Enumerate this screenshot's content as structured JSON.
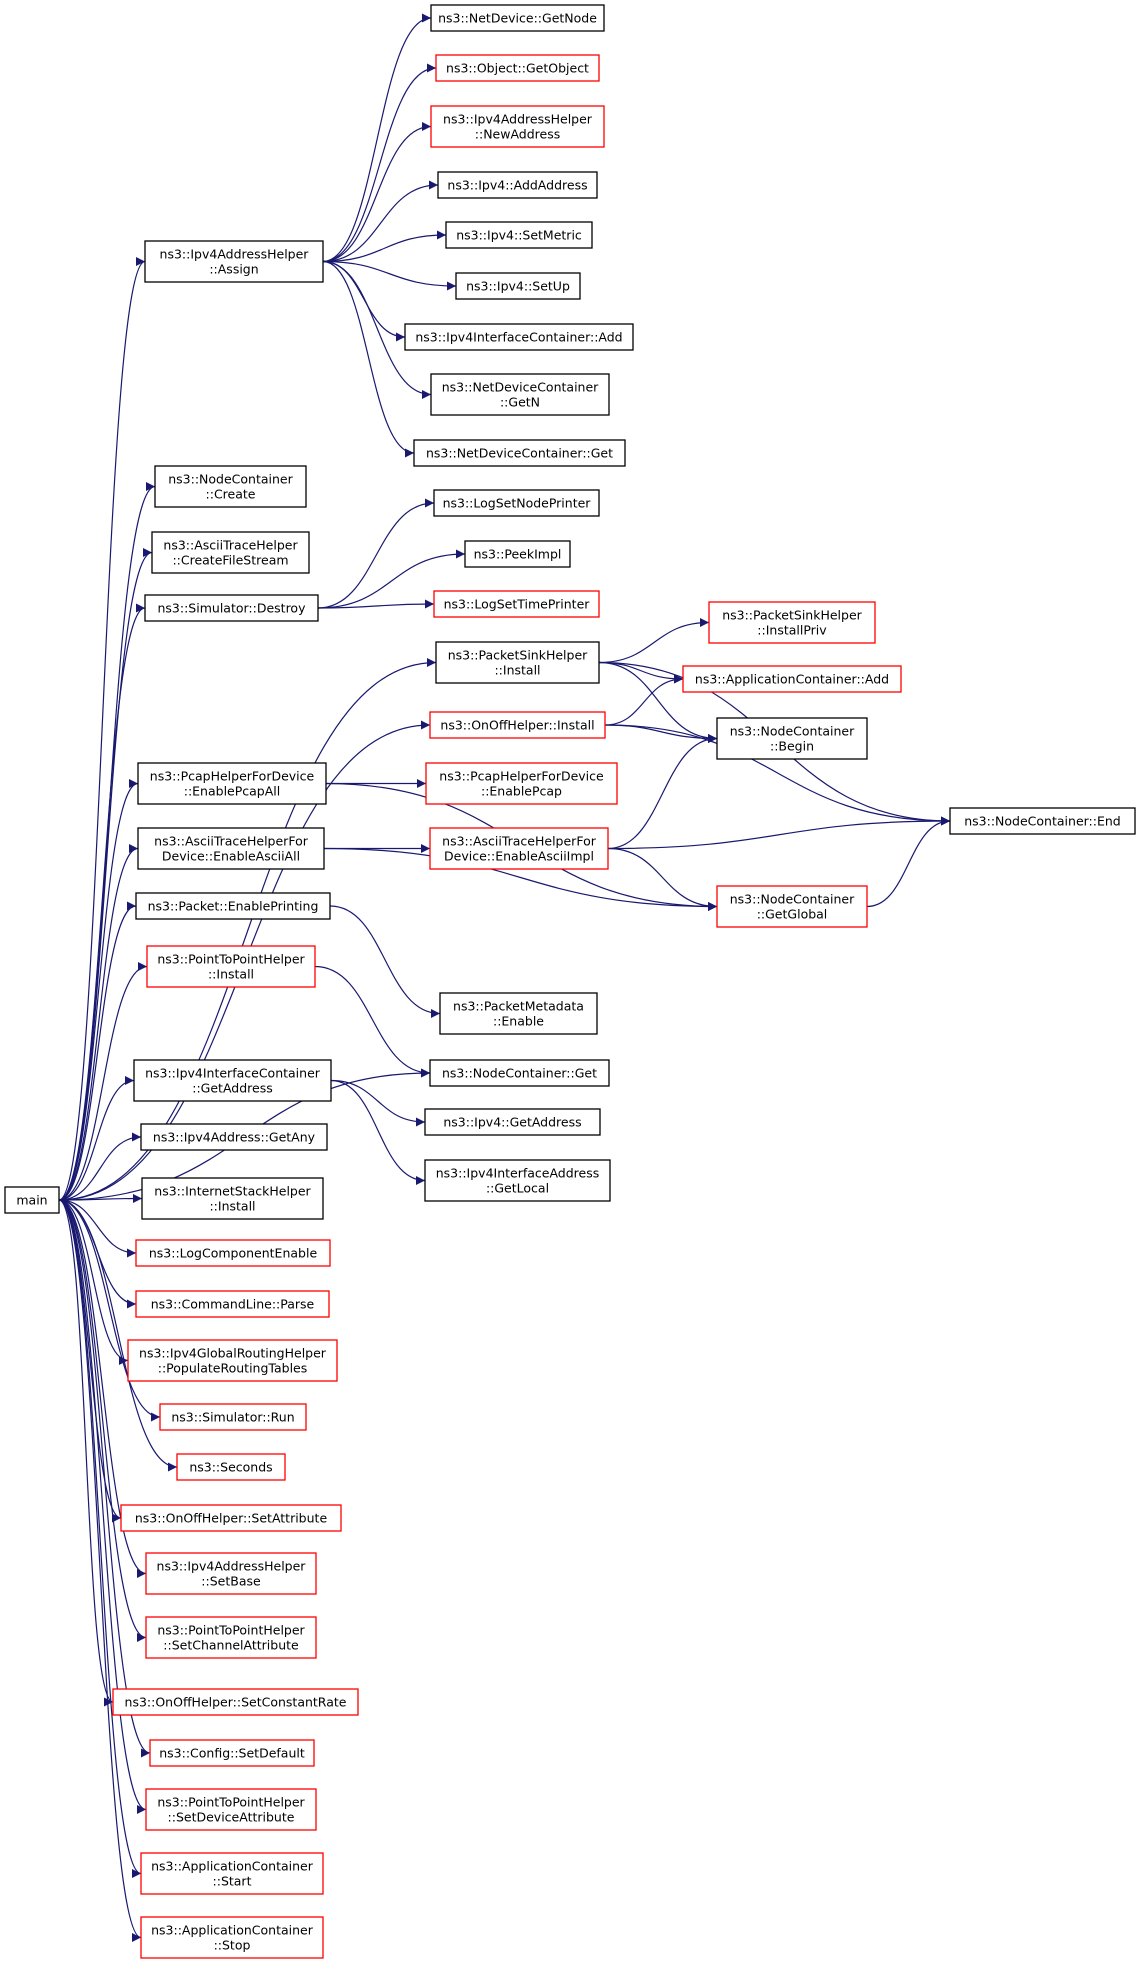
{
  "colors": {
    "edge": "#191970",
    "documented_border": "#000000",
    "undocumented_border": "#ff0000",
    "root_fill": "#bfbfbf",
    "node_fill": "#ffffff"
  },
  "root": {
    "id": "main",
    "lines": [
      "main"
    ]
  },
  "nodes": [
    {
      "id": "n1",
      "lines": [
        "ns3::NetDevice::GetNode"
      ],
      "status": "documented"
    },
    {
      "id": "n2",
      "lines": [
        "ns3::Object::GetObject"
      ],
      "status": "undocumented"
    },
    {
      "id": "n3",
      "lines": [
        "ns3::Ipv4AddressHelper",
        "::NewAddress"
      ],
      "status": "undocumented"
    },
    {
      "id": "n4",
      "lines": [
        "ns3::Ipv4::AddAddress"
      ],
      "status": "documented"
    },
    {
      "id": "n5",
      "lines": [
        "ns3::Ipv4::SetMetric"
      ],
      "status": "documented"
    },
    {
      "id": "n6",
      "lines": [
        "ns3::Ipv4AddressHelper",
        "::Assign"
      ],
      "status": "documented"
    },
    {
      "id": "n7",
      "lines": [
        "ns3::Ipv4::SetUp"
      ],
      "status": "documented"
    },
    {
      "id": "n8",
      "lines": [
        "ns3::Ipv4InterfaceContainer::Add"
      ],
      "status": "documented"
    },
    {
      "id": "n9",
      "lines": [
        "ns3::NetDeviceContainer",
        "::GetN"
      ],
      "status": "documented"
    },
    {
      "id": "n10",
      "lines": [
        "ns3::NetDeviceContainer::Get"
      ],
      "status": "documented"
    },
    {
      "id": "n11",
      "lines": [
        "ns3::NodeContainer",
        "::Create"
      ],
      "status": "documented"
    },
    {
      "id": "n12",
      "lines": [
        "ns3::LogSetNodePrinter"
      ],
      "status": "documented"
    },
    {
      "id": "n13",
      "lines": [
        "ns3::AsciiTraceHelper",
        "::CreateFileStream"
      ],
      "status": "documented"
    },
    {
      "id": "n14",
      "lines": [
        "ns3::PeekImpl"
      ],
      "status": "documented"
    },
    {
      "id": "n15",
      "lines": [
        "ns3::Simulator::Destroy"
      ],
      "status": "documented"
    },
    {
      "id": "n16",
      "lines": [
        "ns3::LogSetTimePrinter"
      ],
      "status": "undocumented"
    },
    {
      "id": "n17",
      "lines": [
        "ns3::PacketSinkHelper",
        "::InstallPriv"
      ],
      "status": "undocumented"
    },
    {
      "id": "n18",
      "lines": [
        "ns3::PacketSinkHelper",
        "::Install"
      ],
      "status": "documented"
    },
    {
      "id": "n19",
      "lines": [
        "ns3::ApplicationContainer::Add"
      ],
      "status": "undocumented"
    },
    {
      "id": "n20",
      "lines": [
        "ns3::OnOffHelper::Install"
      ],
      "status": "undocumented"
    },
    {
      "id": "n21",
      "lines": [
        "ns3::NodeContainer",
        "::Begin"
      ],
      "status": "documented"
    },
    {
      "id": "n22",
      "lines": [
        "ns3::PcapHelperForDevice",
        "::EnablePcapAll"
      ],
      "status": "documented"
    },
    {
      "id": "n23",
      "lines": [
        "ns3::PcapHelperForDevice",
        "::EnablePcap"
      ],
      "status": "undocumented"
    },
    {
      "id": "n24",
      "lines": [
        "ns3::NodeContainer::End"
      ],
      "status": "documented"
    },
    {
      "id": "n25",
      "lines": [
        "ns3::AsciiTraceHelperFor",
        "Device::EnableAsciiAll"
      ],
      "status": "documented"
    },
    {
      "id": "n26",
      "lines": [
        "ns3::AsciiTraceHelperFor",
        "Device::EnableAsciiImpl"
      ],
      "status": "undocumented"
    },
    {
      "id": "n27",
      "lines": [
        "ns3::NodeContainer",
        "::GetGlobal"
      ],
      "status": "undocumented"
    },
    {
      "id": "n28",
      "lines": [
        "ns3::Packet::EnablePrinting"
      ],
      "status": "documented"
    },
    {
      "id": "n29",
      "lines": [
        "ns3::PointToPointHelper",
        "::Install"
      ],
      "status": "undocumented"
    },
    {
      "id": "n30",
      "lines": [
        "ns3::PacketMetadata",
        "::Enable"
      ],
      "status": "documented"
    },
    {
      "id": "n31",
      "lines": [
        "ns3::NodeContainer::Get"
      ],
      "status": "documented"
    },
    {
      "id": "n32",
      "lines": [
        "ns3::Ipv4InterfaceContainer",
        "::GetAddress"
      ],
      "status": "documented"
    },
    {
      "id": "n33",
      "lines": [
        "ns3::Ipv4::GetAddress"
      ],
      "status": "documented"
    },
    {
      "id": "n34",
      "lines": [
        "ns3::Ipv4Address::GetAny"
      ],
      "status": "documented"
    },
    {
      "id": "n35",
      "lines": [
        "ns3::Ipv4InterfaceAddress",
        "::GetLocal"
      ],
      "status": "documented"
    },
    {
      "id": "n36",
      "lines": [
        "ns3::InternetStackHelper",
        "::Install"
      ],
      "status": "documented"
    },
    {
      "id": "n37",
      "lines": [
        "ns3::LogComponentEnable"
      ],
      "status": "undocumented"
    },
    {
      "id": "n38",
      "lines": [
        "ns3::CommandLine::Parse"
      ],
      "status": "undocumented"
    },
    {
      "id": "n39",
      "lines": [
        "ns3::Ipv4GlobalRoutingHelper",
        "::PopulateRoutingTables"
      ],
      "status": "undocumented"
    },
    {
      "id": "n40",
      "lines": [
        "ns3::Simulator::Run"
      ],
      "status": "undocumented"
    },
    {
      "id": "n41",
      "lines": [
        "ns3::Seconds"
      ],
      "status": "undocumented"
    },
    {
      "id": "n42",
      "lines": [
        "ns3::OnOffHelper::SetAttribute"
      ],
      "status": "undocumented"
    },
    {
      "id": "n43",
      "lines": [
        "ns3::Ipv4AddressHelper",
        "::SetBase"
      ],
      "status": "undocumented"
    },
    {
      "id": "n44",
      "lines": [
        "ns3::PointToPointHelper",
        "::SetChannelAttribute"
      ],
      "status": "undocumented"
    },
    {
      "id": "n45",
      "lines": [
        "ns3::OnOffHelper::SetConstantRate"
      ],
      "status": "undocumented"
    },
    {
      "id": "n46",
      "lines": [
        "ns3::Config::SetDefault"
      ],
      "status": "undocumented"
    },
    {
      "id": "n47",
      "lines": [
        "ns3::PointToPointHelper",
        "::SetDeviceAttribute"
      ],
      "status": "undocumented"
    },
    {
      "id": "n48",
      "lines": [
        "ns3::ApplicationContainer",
        "::Start"
      ],
      "status": "undocumented"
    },
    {
      "id": "n49",
      "lines": [
        "ns3::ApplicationContainer",
        "::Stop"
      ],
      "status": "undocumented"
    }
  ],
  "edges": [
    [
      "n6",
      "n1"
    ],
    [
      "n6",
      "n2"
    ],
    [
      "n6",
      "n3"
    ],
    [
      "n6",
      "n4"
    ],
    [
      "n6",
      "n5"
    ],
    [
      "n6",
      "n7"
    ],
    [
      "n6",
      "n8"
    ],
    [
      "n6",
      "n9"
    ],
    [
      "n6",
      "n10"
    ],
    [
      "n15",
      "n12"
    ],
    [
      "n15",
      "n14"
    ],
    [
      "n15",
      "n16"
    ],
    [
      "n18",
      "n24"
    ],
    [
      "n18",
      "n17"
    ],
    [
      "n18",
      "n19"
    ],
    [
      "n18",
      "n21"
    ],
    [
      "n20",
      "n19"
    ],
    [
      "n20",
      "n21"
    ],
    [
      "n20",
      "n24"
    ],
    [
      "n22",
      "n23"
    ],
    [
      "n22",
      "n27"
    ],
    [
      "n25",
      "n26"
    ],
    [
      "n25",
      "n27"
    ],
    [
      "n26",
      "n21"
    ],
    [
      "n26",
      "n24"
    ],
    [
      "n26",
      "n27"
    ],
    [
      "n27",
      "n24"
    ],
    [
      "n28",
      "n30"
    ],
    [
      "n29",
      "n31"
    ],
    [
      "n32",
      "n33"
    ],
    [
      "n32",
      "n35"
    ],
    [
      "main",
      "n6"
    ],
    [
      "main",
      "n11"
    ],
    [
      "main",
      "n13"
    ],
    [
      "main",
      "n15"
    ],
    [
      "main",
      "n18"
    ],
    [
      "main",
      "n20"
    ],
    [
      "main",
      "n22"
    ],
    [
      "main",
      "n25"
    ],
    [
      "main",
      "n28"
    ],
    [
      "main",
      "n29"
    ],
    [
      "main",
      "n31"
    ],
    [
      "main",
      "n32"
    ],
    [
      "main",
      "n34"
    ],
    [
      "main",
      "n36"
    ],
    [
      "main",
      "n37"
    ],
    [
      "main",
      "n38"
    ],
    [
      "main",
      "n39"
    ],
    [
      "main",
      "n40"
    ],
    [
      "main",
      "n41"
    ],
    [
      "main",
      "n42"
    ],
    [
      "main",
      "n43"
    ],
    [
      "main",
      "n44"
    ],
    [
      "main",
      "n45"
    ],
    [
      "main",
      "n46"
    ],
    [
      "main",
      "n47"
    ],
    [
      "main",
      "n48"
    ],
    [
      "main",
      "n49"
    ]
  ]
}
